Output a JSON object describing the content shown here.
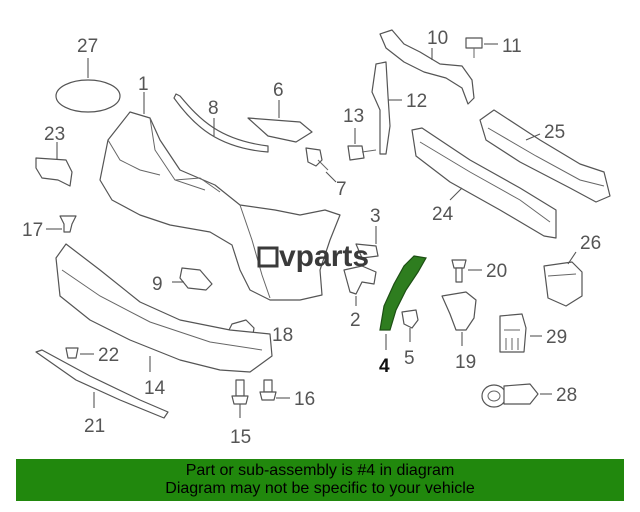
{
  "diagram": {
    "callouts": [
      "1",
      "2",
      "3",
      "4",
      "5",
      "6",
      "7",
      "8",
      "9",
      "10",
      "11",
      "12",
      "13",
      "14",
      "15",
      "16",
      "17",
      "18",
      "19",
      "20",
      "21",
      "22",
      "23",
      "24",
      "25",
      "26",
      "27",
      "28",
      "29"
    ],
    "highlighted_part": "4",
    "highlight_color": "#2e7d1f",
    "part_outline_color": "#555555"
  },
  "watermark": {
    "text": "vparts"
  },
  "banner": {
    "line1": "Part or sub-assembly is #4 in diagram",
    "line2": "Diagram may not be specific to your vehicle",
    "background": "#21880d"
  }
}
